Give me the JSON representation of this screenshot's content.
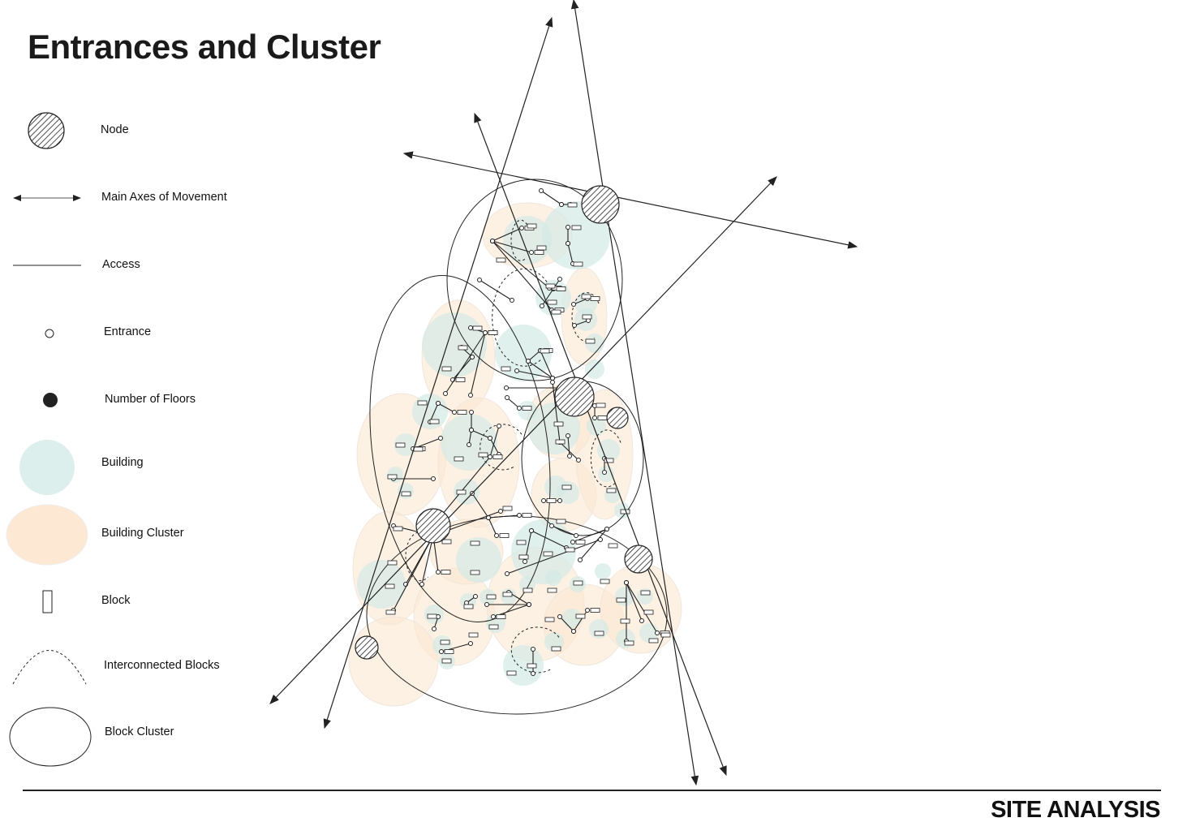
{
  "title": "Entrances and Cluster",
  "legend": [
    {
      "label": "Node",
      "icon": "node-icon"
    },
    {
      "label": "Main Axes of Movement",
      "icon": "double-arrow-icon"
    },
    {
      "label": "Access",
      "icon": "line-icon"
    },
    {
      "label": "Entrance",
      "icon": "open-circle-icon"
    },
    {
      "label": "Number of Floors",
      "icon": "filled-circle-icon"
    },
    {
      "label": "Building",
      "icon": "building-circle-icon"
    },
    {
      "label": "Building Cluster",
      "icon": "cluster-ellipse-icon"
    },
    {
      "label": "Block",
      "icon": "block-rect-icon"
    },
    {
      "label": "Interconnected Blocks",
      "icon": "dashed-arc-icon"
    },
    {
      "label": "Block Cluster",
      "icon": "ellipse-outline-icon"
    }
  ],
  "footer": "SITE ANALYSIS",
  "colors": {
    "building": "#d3e9e6",
    "cluster": "#fce8d0",
    "ink": "#1a1a1a"
  }
}
